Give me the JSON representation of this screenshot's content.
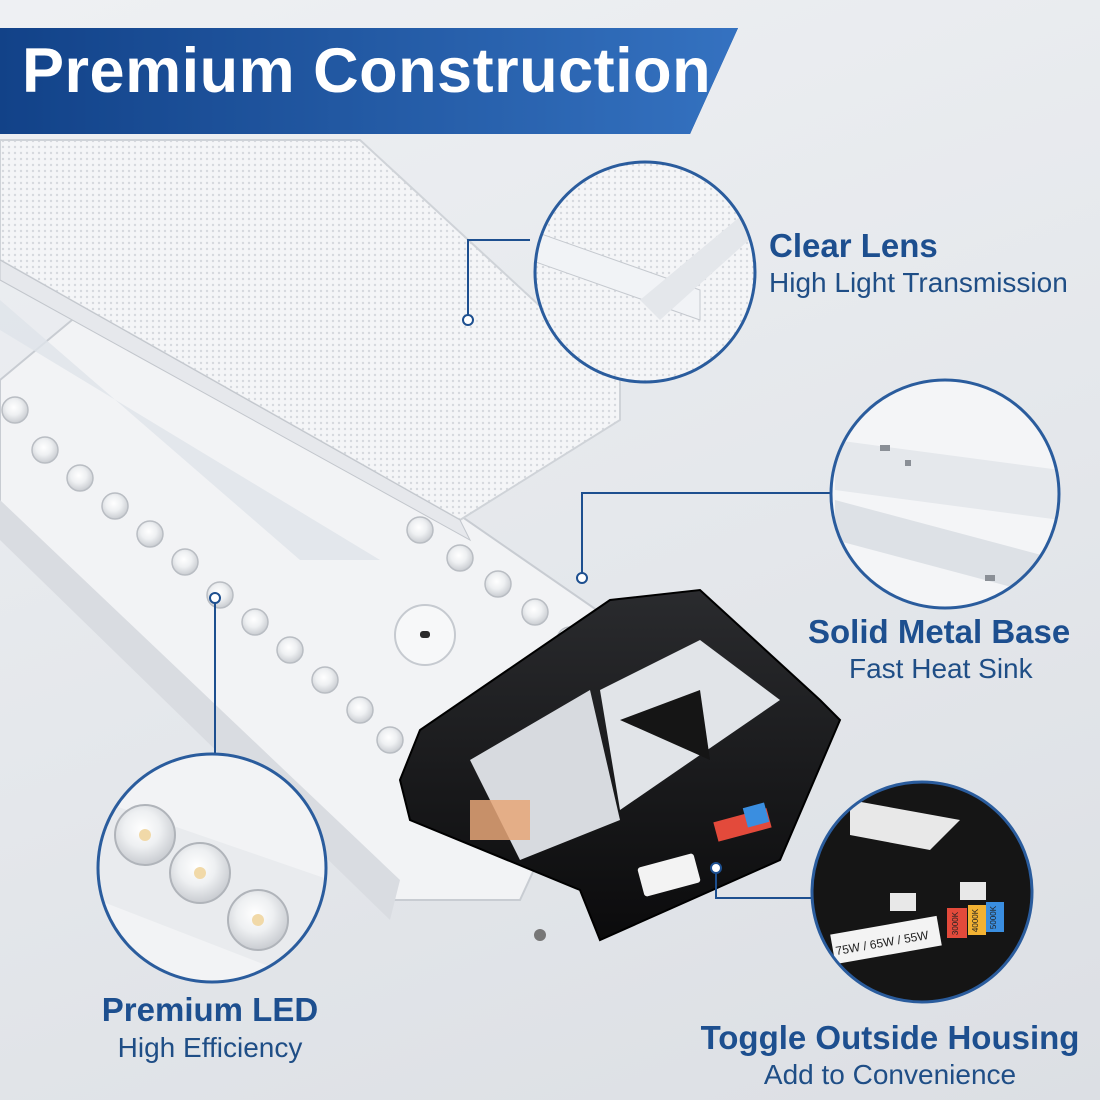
{
  "header": {
    "title": "Premium Construction"
  },
  "callouts": [
    {
      "title": "Clear Lens",
      "subtitle": "High Light Transmission"
    },
    {
      "title": "Solid Metal Base",
      "subtitle": "Fast Heat Sink"
    },
    {
      "title": "Premium LED",
      "subtitle": "High Efficiency"
    },
    {
      "title": "Toggle Outside Housing",
      "subtitle": "Add to Convenience"
    }
  ],
  "product_labels": {
    "wattage": "75W / 65W / 55W",
    "cct_3000": "3000K",
    "cct_4000": "4000K",
    "cct_5000": "5000K"
  },
  "colors": {
    "brand_blue": "#1d4f8f",
    "banner_dark": "#0f3f86",
    "banner_light": "#3d7fd1",
    "circle_ring": "#2a5c9d"
  }
}
